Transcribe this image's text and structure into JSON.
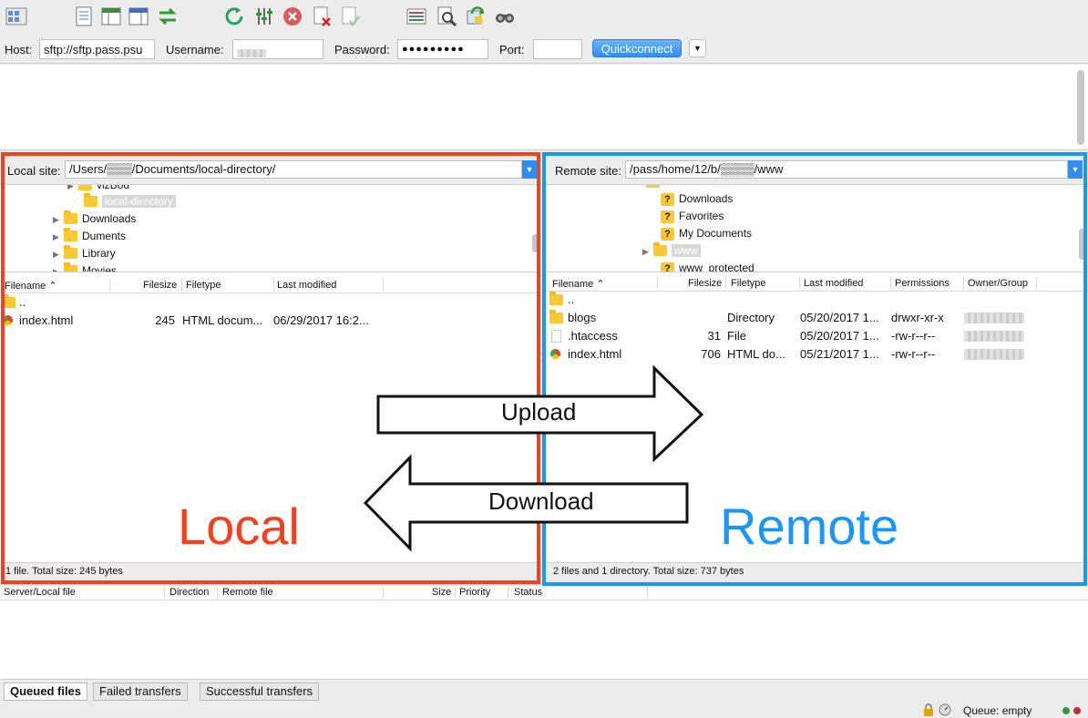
{
  "quickconnect": {
    "host_label": "Host:",
    "host_value": "sftp://sftp.pass.psu",
    "username_label": "Username:",
    "username_value": "",
    "password_label": "Password:",
    "password_value": "●●●●●●●●●",
    "port_label": "Port:",
    "port_value": "",
    "button_label": "Quickconnect"
  },
  "local": {
    "site_label": "Local site:",
    "path": "/Users/▒▒▒/Documents/local-directory/",
    "tree": [
      {
        "label": "vizBod",
        "arrow": "▶",
        "partial": true
      },
      {
        "label": "local-directory",
        "arrow": "",
        "selected": true
      },
      {
        "label": "Downloads",
        "arrow": "▶"
      },
      {
        "label": "Duments",
        "arrow": "▶"
      },
      {
        "label": "Library",
        "arrow": "▶"
      },
      {
        "label": "Movies",
        "arrow": "▶",
        "partial": true
      }
    ],
    "columns": [
      "Filename",
      "Filesize",
      "Filetype",
      "Last modified"
    ],
    "rows": [
      {
        "name": "..",
        "size": "",
        "type": "",
        "modified": ""
      },
      {
        "name": "index.html",
        "size": "245",
        "type": "HTML docum...",
        "modified": "06/29/2017 16:2..."
      }
    ],
    "status": "1 file. Total size: 245 bytes",
    "overlay_label": "Local"
  },
  "remote": {
    "site_label": "Remote site:",
    "path": "/pass/home/12/b/▒▒▒▒/www",
    "tree": [
      {
        "label": "Downloads",
        "icon": "question"
      },
      {
        "label": "Favorites",
        "icon": "question"
      },
      {
        "label": "My Documents",
        "icon": "question"
      },
      {
        "label": "www",
        "icon": "folder",
        "arrow": "▶",
        "selected": true
      },
      {
        "label": "www_protected",
        "icon": "question",
        "partial": true
      }
    ],
    "columns": [
      "Filename",
      "Filesize",
      "Filetype",
      "Last modified",
      "Permissions",
      "Owner/Group"
    ],
    "rows": [
      {
        "name": "..",
        "size": "",
        "type": "",
        "modified": "",
        "perms": "",
        "icon": "folder"
      },
      {
        "name": "blogs",
        "size": "",
        "type": "Directory",
        "modified": "05/20/2017 1...",
        "perms": "drwxr-xr-x",
        "icon": "folder"
      },
      {
        "name": ".htaccess",
        "size": "31",
        "type": "File",
        "modified": "05/20/2017 1...",
        "perms": "-rw-r--r--",
        "icon": "file"
      },
      {
        "name": "index.html",
        "size": "706",
        "type": "HTML do...",
        "modified": "05/21/2017 1...",
        "perms": "-rw-r--r--",
        "icon": "html"
      }
    ],
    "status": "2 files and 1 directory. Total size: 737 bytes",
    "overlay_label": "Remote"
  },
  "arrows": {
    "upload": "Upload",
    "download": "Download"
  },
  "queue": {
    "columns": [
      "Server/Local file",
      "Direction",
      "Remote file",
      "Size",
      "Priority",
      "Status"
    ],
    "tabs": [
      "Queued files",
      "Failed transfers",
      "Successful transfers"
    ],
    "status": "Queue: empty"
  },
  "colors": {
    "local": "#f5401d",
    "remote": "#1a96f6"
  },
  "toolbar_icons": [
    "site-manager-icon",
    "message-log-icon",
    "local-tree-icon",
    "remote-tree-icon",
    "sync-browse-icon",
    "refresh-icon",
    "process-queue-icon",
    "cancel-icon",
    "disconnect-icon",
    "reconnect-icon",
    "directory-listing-icon",
    "filter-icon",
    "compare-icon",
    "search-icon"
  ]
}
